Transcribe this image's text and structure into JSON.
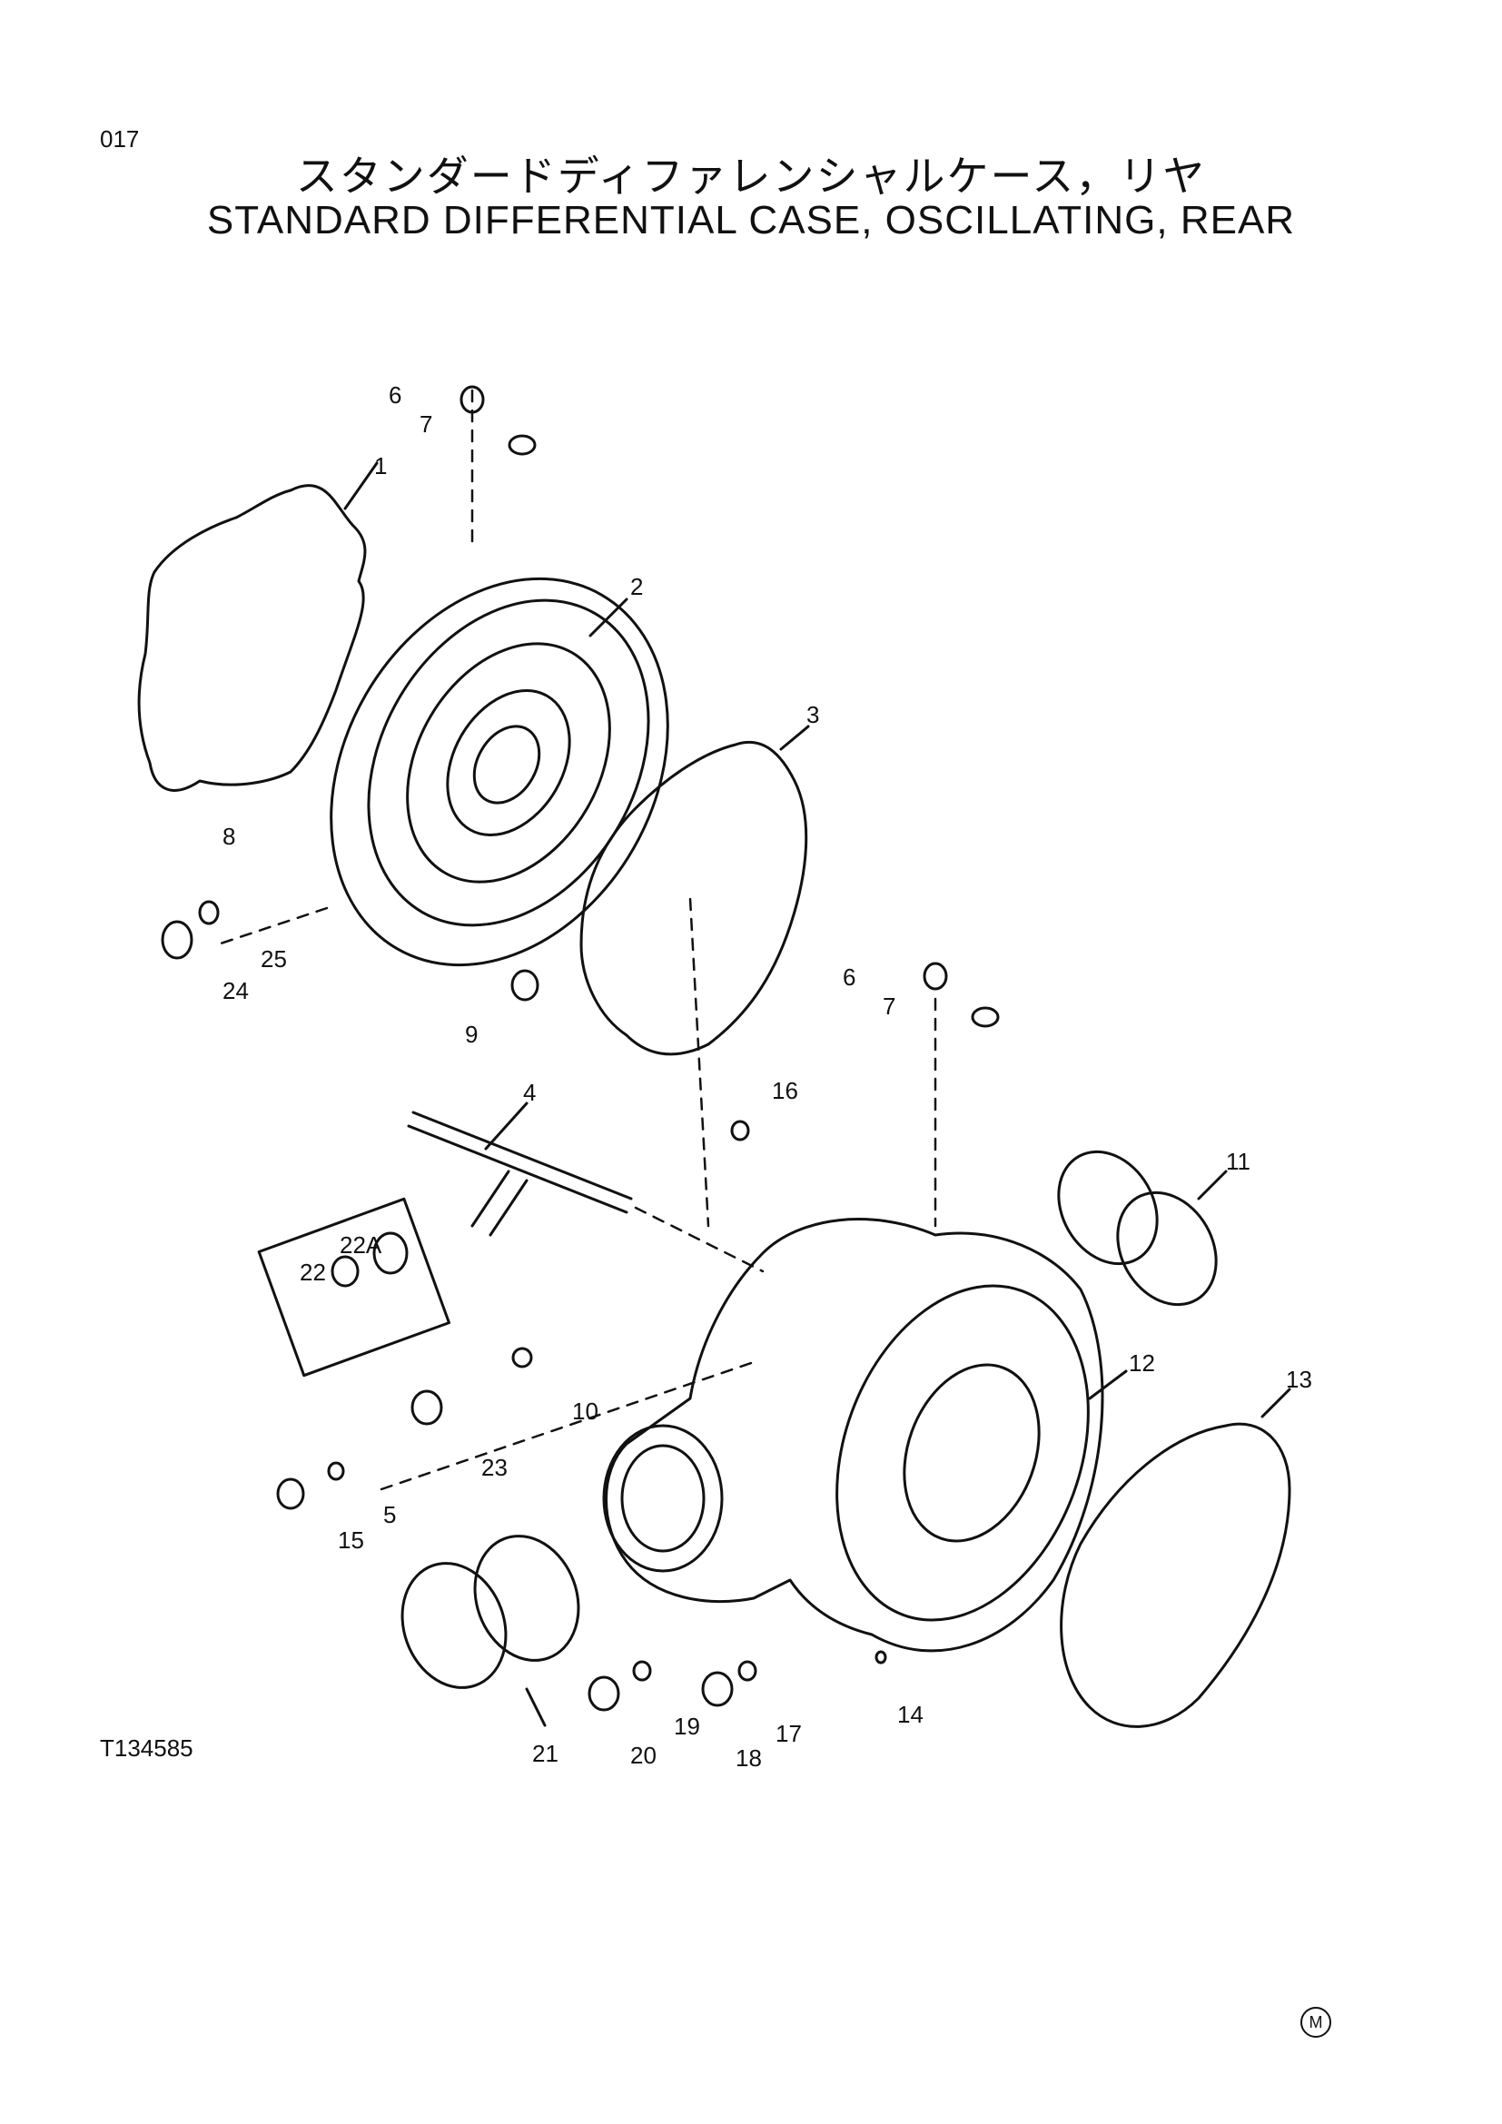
{
  "header": {
    "page_number": "017",
    "title_jp": "スタンダードディファレンシャルケース，リヤ",
    "title_en": "STANDARD DIFFERENTIAL CASE, OSCILLATING, REAR"
  },
  "figure": {
    "code": "T134585",
    "mark": "M",
    "callouts": [
      "1",
      "2",
      "3",
      "4",
      "5",
      "6",
      "7",
      "8",
      "9",
      "10",
      "11",
      "12",
      "13",
      "14",
      "15",
      "16",
      "17",
      "18",
      "19",
      "20",
      "21",
      "22",
      "22A",
      "23",
      "24",
      "25",
      "6",
      "7"
    ]
  }
}
